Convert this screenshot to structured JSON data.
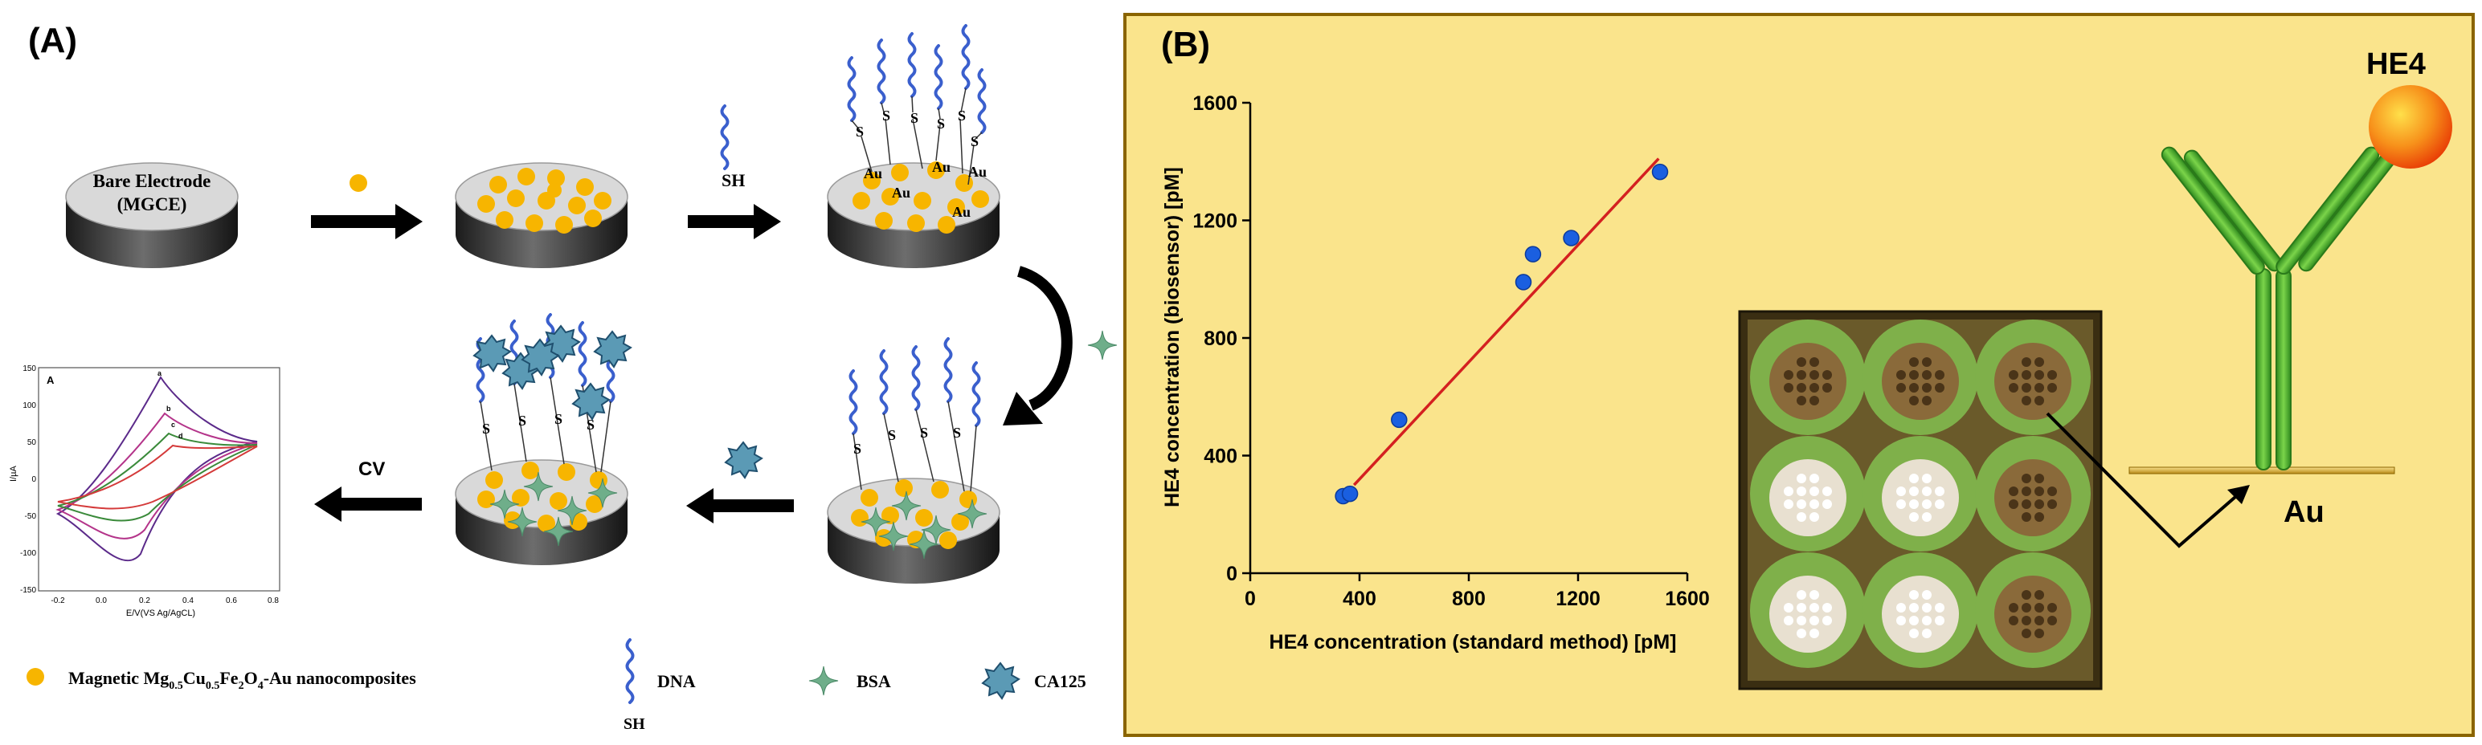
{
  "panel_a": {
    "label": "(A)",
    "bare_electrode_line1": "Bare Electrode",
    "bare_electrode_line2": "(MGCE)",
    "sh_label": "SH",
    "s_label": "S",
    "au_label": "Au",
    "cv_label": "CV",
    "cv_inset": {
      "panel_letter": "A",
      "ylabel": "I/µA",
      "xlabel": "E/V(VS Ag/AgCL)",
      "yticks": [
        "150",
        "100",
        "50",
        "0",
        "-50",
        "-100",
        "-150"
      ],
      "xticks": [
        "-0.2",
        "0.0",
        "0.2",
        "0.4",
        "0.6",
        "0.8"
      ],
      "curve_labels": [
        "a",
        "b",
        "c",
        "d"
      ]
    },
    "legend": {
      "nanocomposite": "Magnetic Mg0.5Cu0.5Fe2O4-Au nanocomposites",
      "dna": "DNA",
      "dna_sh": "SH",
      "bsa": "BSA",
      "ca125": "CA125"
    },
    "colors": {
      "dot": "#f7b500",
      "dna": "#3a5fcd",
      "bsa": "#6fae8a",
      "ca125": "#5b9ab5",
      "disk_top": "#d9d9d9"
    }
  },
  "panel_b": {
    "label": "(B)",
    "background": "#fae48c",
    "border": "#8a6400",
    "chart_data": {
      "type": "scatter",
      "xlabel": "HE4 concentration (standard method) [pM]",
      "ylabel": "HE4 concentration (biosensor) [pM]",
      "xlim": [
        0,
        1600
      ],
      "ylim": [
        0,
        1600
      ],
      "xticks": [
        0,
        400,
        800,
        1200,
        1600
      ],
      "yticks": [
        0,
        400,
        800,
        1200,
        1600
      ],
      "points": [
        {
          "x": 340,
          "y": 262
        },
        {
          "x": 365,
          "y": 270
        },
        {
          "x": 545,
          "y": 522
        },
        {
          "x": 1000,
          "y": 990
        },
        {
          "x": 1035,
          "y": 1085
        },
        {
          "x": 1175,
          "y": 1140
        },
        {
          "x": 1500,
          "y": 1365
        }
      ],
      "fit_line": {
        "x": [
          380,
          1495
        ],
        "y": [
          300,
          1410
        ]
      },
      "point_color": "#1a5fe0",
      "line_color": "#d42020"
    },
    "he4_label": "HE4",
    "au_label": "Au",
    "colors": {
      "antibody": "#44b02a",
      "he4": "#f2540a"
    }
  }
}
